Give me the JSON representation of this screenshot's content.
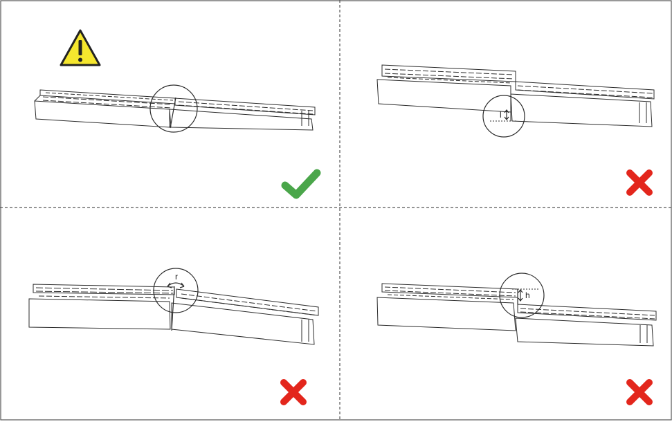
{
  "panels": [
    {
      "id": "aligned",
      "status": "correct",
      "status_icon": "check-icon",
      "warning_icon": "warning-icon"
    },
    {
      "id": "offset-length",
      "status": "incorrect",
      "status_icon": "cross-icon",
      "callout_label": "l"
    },
    {
      "id": "rotated",
      "status": "incorrect",
      "status_icon": "cross-icon",
      "callout_label": "r"
    },
    {
      "id": "offset-height",
      "status": "incorrect",
      "status_icon": "cross-icon",
      "callout_label": "h"
    }
  ],
  "colors": {
    "check": "#4aa64a",
    "cross": "#e3261c",
    "warning_fill": "#f5e62e",
    "line": "#2b2b2b",
    "divider": "#555555"
  }
}
